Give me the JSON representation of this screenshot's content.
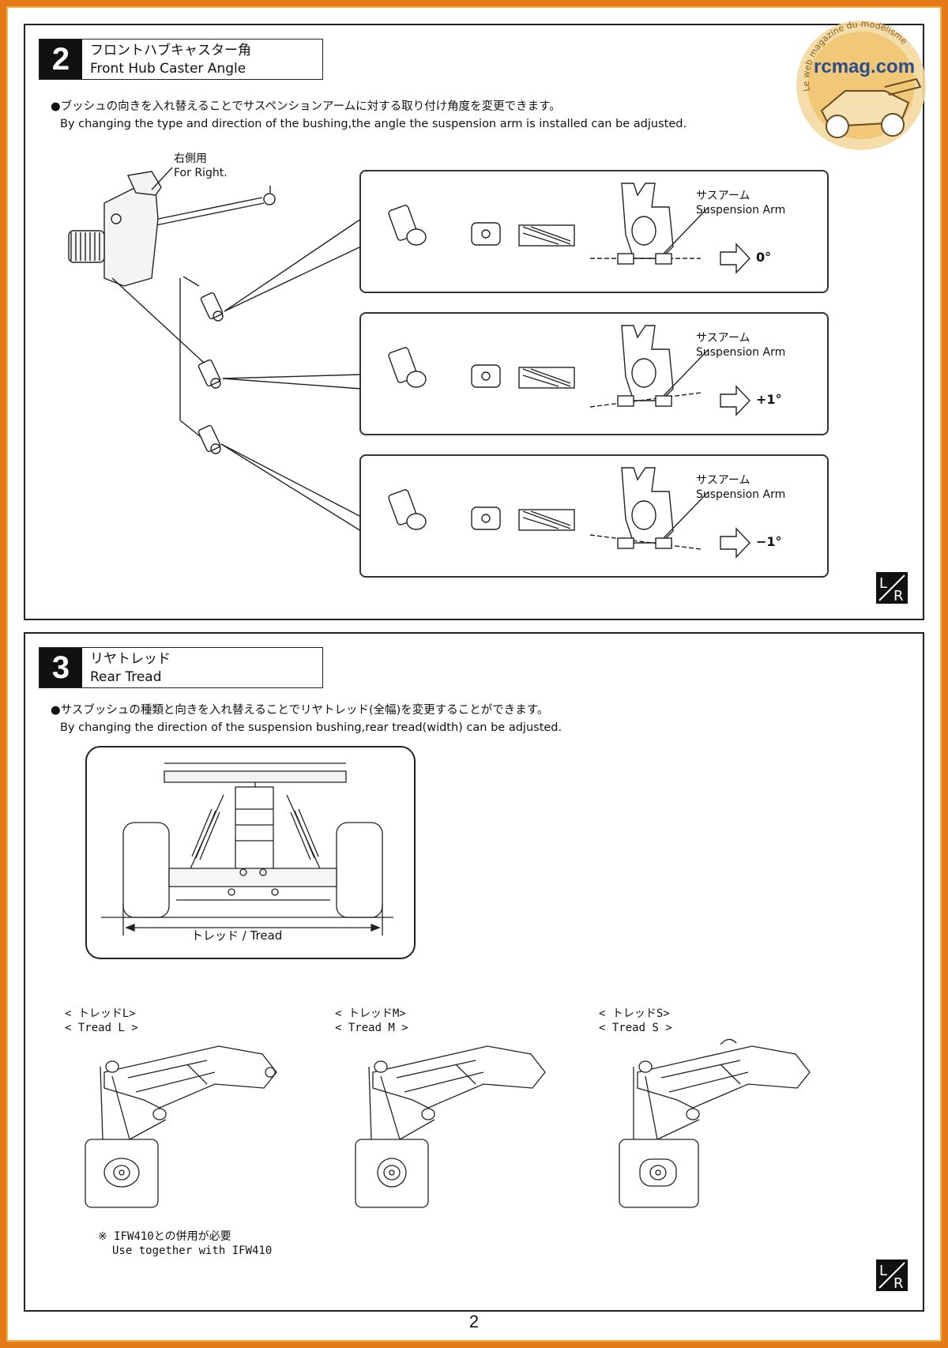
{
  "section2": {
    "number": "2",
    "title_ja": "フロントハブキャスター角",
    "title_en": "Front Hub Caster Angle",
    "desc_ja": "●ブッシュの向きを入れ替えることでサスペンションアームに対する取り付け角度を変更できます。",
    "desc_en": "By changing the type and direction of the bushing,the angle the suspension arm is installed can be adjusted.",
    "for_right_ja": "右側用",
    "for_right_en": "For Right.",
    "panels": [
      {
        "arm_ja": "サスアーム",
        "arm_en": "Suspension Arm",
        "angle": "0°"
      },
      {
        "arm_ja": "サスアーム",
        "arm_en": "Suspension Arm",
        "angle": "+1°"
      },
      {
        "arm_ja": "サスアーム",
        "arm_en": "Suspension Arm",
        "angle": "−1°"
      }
    ]
  },
  "section3": {
    "number": "3",
    "title_ja": "リヤトレッド",
    "title_en": "Rear Tread",
    "desc_ja": "●サスブッシュの種類と向きを入れ替えることでリヤトレッド(全幅)を変更することができます。",
    "desc_en": "By changing the direction of the suspension bushing,rear tread(width) can be adjusted.",
    "tread_label": "トレッド / Tread",
    "options": [
      {
        "label_ja": "< トレッドL>",
        "label_en": "< Tread  L >"
      },
      {
        "label_ja": "< トレッドM>",
        "label_en": "< Tread  M >"
      },
      {
        "label_ja": "< トレッドS>",
        "label_en": "< Tread  S >"
      }
    ],
    "note_ja": "※ IFW410との併用が必要",
    "note_en": "Use together with IFW410"
  },
  "lr_icon_label": {
    "top": "L",
    "bottom": "R"
  },
  "logo": {
    "name": "rcmag.com",
    "tagline": "Le web magazine du modélisme"
  },
  "page_number": "2",
  "colors": {
    "frame": "#e47a18",
    "logo_gold": "#e9b85c"
  }
}
